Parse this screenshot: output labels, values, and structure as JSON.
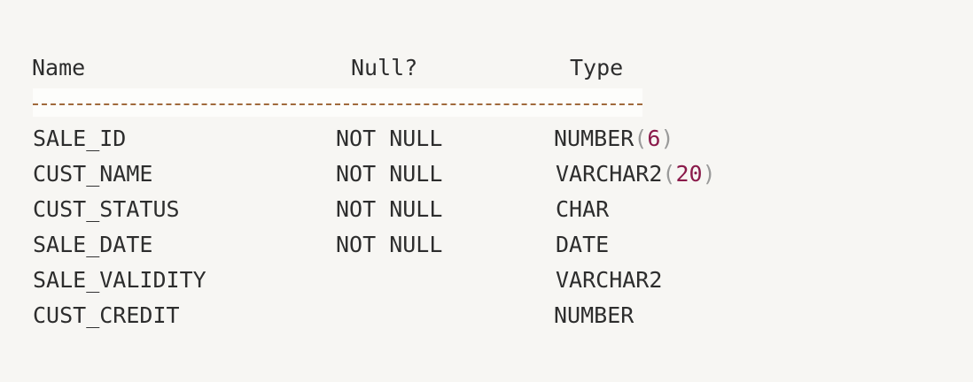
{
  "headers": {
    "name": "Name",
    "null": "Null?",
    "type": "Type"
  },
  "separator": "----------------------------------------",
  "rows": [
    {
      "name": "SALE_ID",
      "null": "NOT NULL",
      "type": "NUMBER",
      "size": "6"
    },
    {
      "name": "CUST_NAME",
      "null": "NOT NULL",
      "type": "VARCHAR2",
      "size": "20"
    },
    {
      "name": "CUST_STATUS",
      "null": "NOT NULL",
      "type": "CHAR",
      "size": ""
    },
    {
      "name": "SALE_DATE",
      "null": "NOT NULL",
      "type": "DATE",
      "size": ""
    },
    {
      "name": "SALE_VALIDITY",
      "null": "",
      "type": "VARCHAR2",
      "size": ""
    },
    {
      "name": "CUST_CREDIT",
      "null": "",
      "type": "NUMBER",
      "size": ""
    }
  ],
  "colors": {
    "text": "#2d2d2d",
    "paren": "#9a9a9a",
    "number": "#8a1a4a",
    "separator": "#a06a3c",
    "background": "#f7f6f3"
  }
}
